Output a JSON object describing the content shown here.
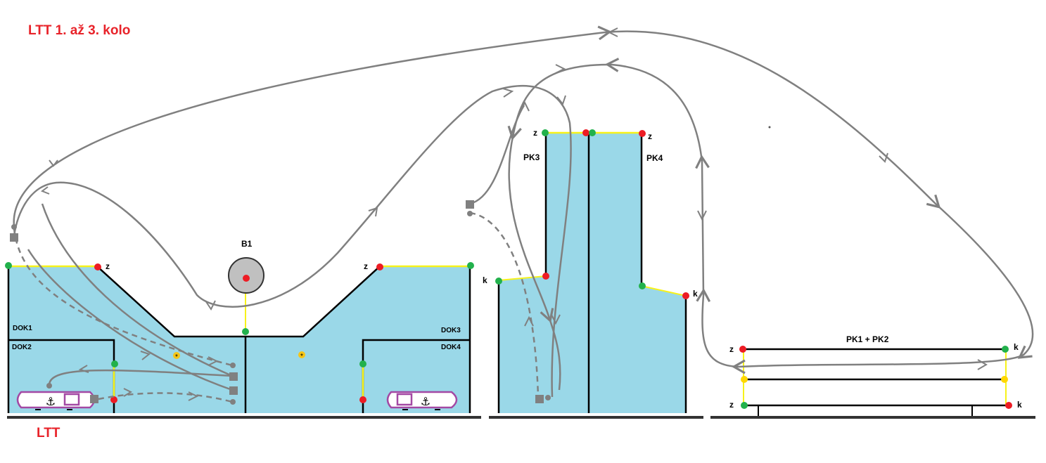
{
  "title": "LTT 1. až 3. kolo",
  "footer": "LTT",
  "labels": {
    "b1": "B1",
    "dok1": "DOK1",
    "dok2": "DOK2",
    "dok3": "DOK3",
    "dok4": "DOK4",
    "pk3": "PK3",
    "pk4": "PK4",
    "pk12": "PK1 + PK2",
    "z": "z",
    "k": "k"
  },
  "colors": {
    "water": "#9ad8e8",
    "path": "#808080",
    "green": "#22b14c",
    "red": "#ed1c24",
    "yellow": "#ffd700",
    "line_yellow": "#f7f21a",
    "boat": "#a349a4",
    "title": "#e8232a"
  }
}
